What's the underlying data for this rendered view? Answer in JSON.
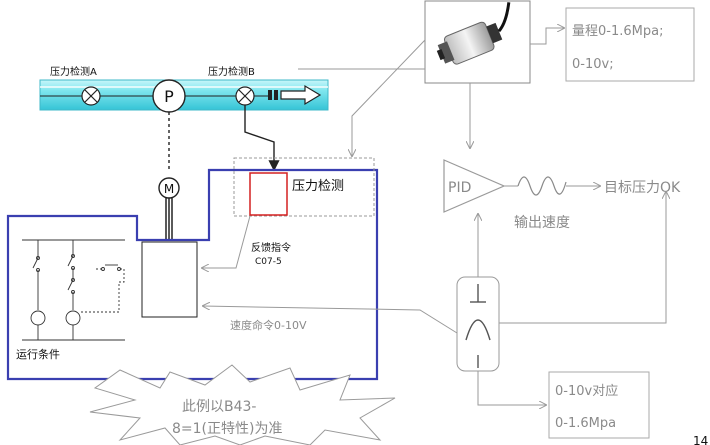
{
  "pipe": {
    "sensor_a_label": "压力检测A",
    "sensor_b_label": "压力检测B",
    "pump_symbol": "P",
    "motor_symbol": "M"
  },
  "sensor_range": {
    "line1": "量程0-1.6Mpa;",
    "line2": "0-10v;"
  },
  "pressure_detect_label": "压力检测",
  "pid": {
    "label": "PID",
    "output_speed_label": "输出速度",
    "target_label": "目标压力OK"
  },
  "feedback": {
    "line1": "反馈指令",
    "line2": "C07-5"
  },
  "speed_command_label": "速度命令0-10V",
  "run_condition_label": "运行条件",
  "voltage_map": {
    "line1": "0-10v对应",
    "line2": "0-1.6Mpa"
  },
  "note": {
    "line1": "此例以B43-",
    "line2": "8=1(正特性)为准"
  },
  "page_number": "14",
  "colors": {
    "pipe_fill": "#7fe6ee",
    "pipe_edge": "#3fb8c8",
    "enclosure": "#3a3fb0",
    "red_box": "#d42020",
    "gray_line": "#9a9a9a",
    "gray_text": "#8a8a8a"
  }
}
